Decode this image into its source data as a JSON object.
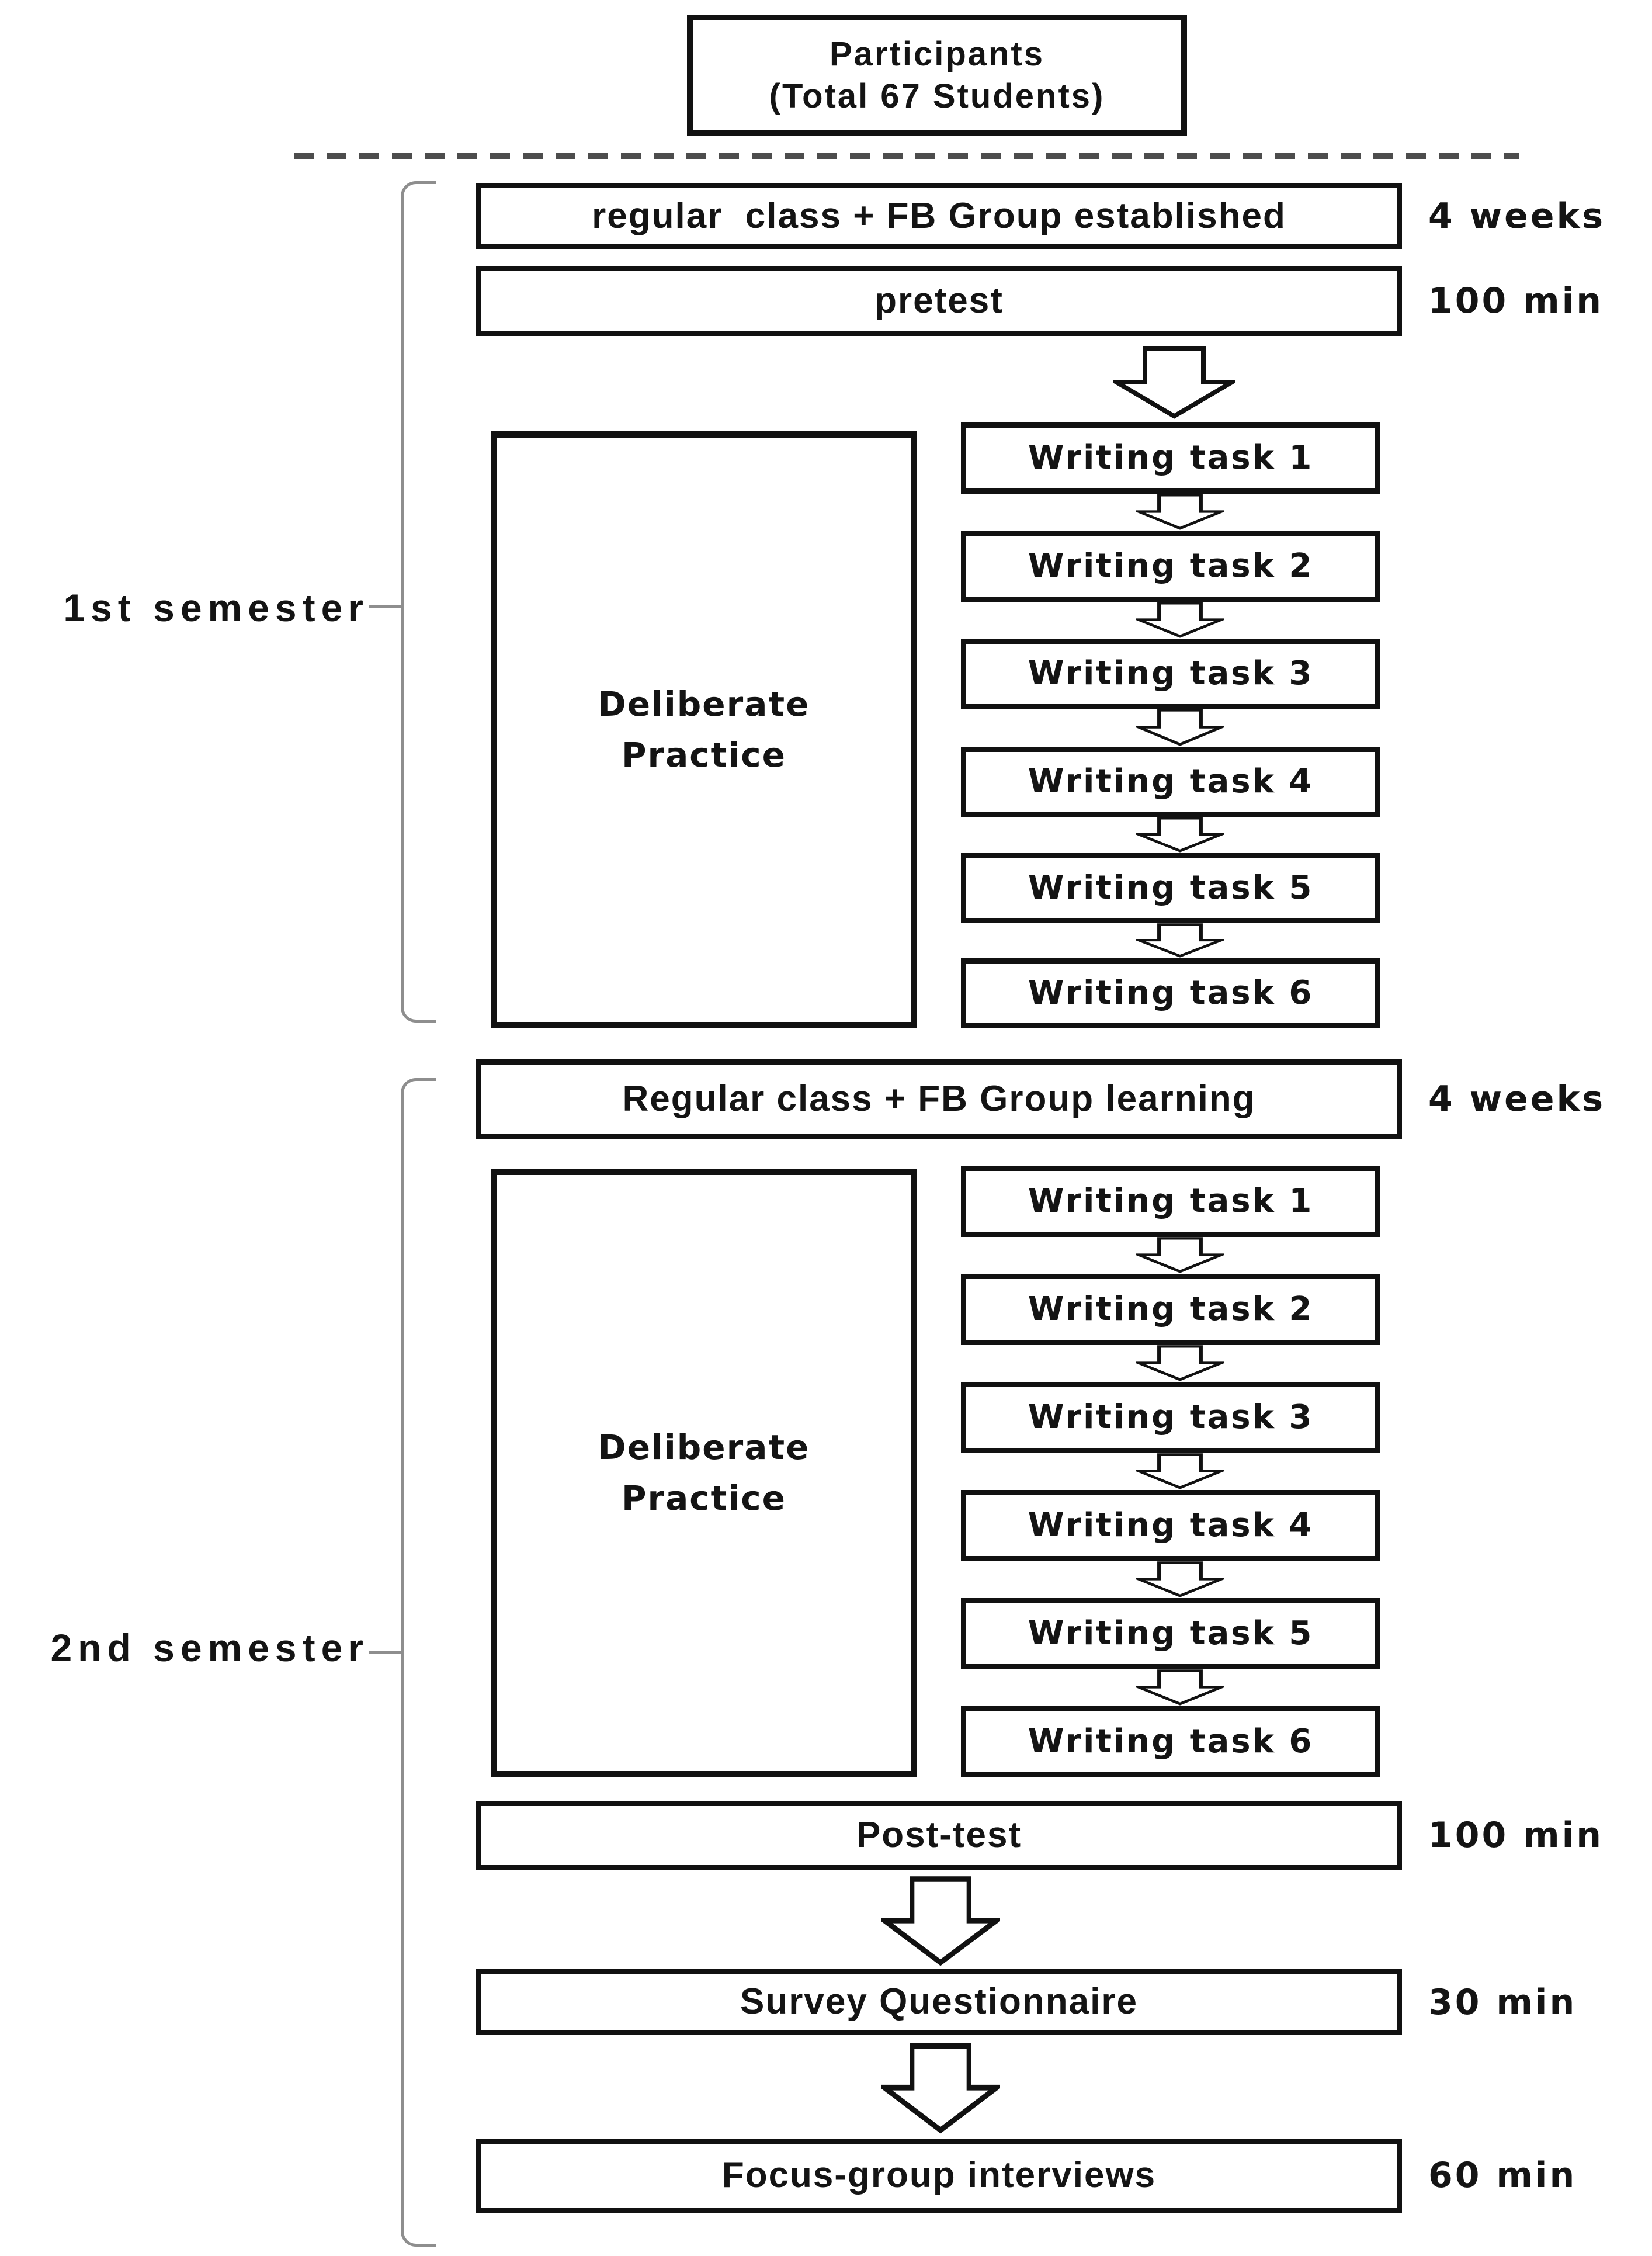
{
  "participants": {
    "line1": "Participants",
    "line2": "(Total 67 Students)"
  },
  "semester1": {
    "label": "1st semester",
    "regular_class": {
      "text": "regular  class + FB Group established",
      "duration": "4 weeks"
    },
    "pretest": {
      "text": "pretest",
      "duration": "100 min"
    },
    "deliberate_practice": {
      "line1": "Deliberate",
      "line2": "Practice"
    },
    "writing_tasks": [
      "Writing task 1",
      "Writing task 2",
      "Writing task 3",
      "Writing task 4",
      "Writing task 5",
      "Writing task 6"
    ]
  },
  "semester2": {
    "label": "2nd semester",
    "regular_class": {
      "text": "Regular class + FB Group learning",
      "duration": "4 weeks"
    },
    "deliberate_practice": {
      "line1": "Deliberate",
      "line2": "Practice"
    },
    "writing_tasks": [
      "Writing task 1",
      "Writing task 2",
      "Writing task 3",
      "Writing task 4",
      "Writing task 5",
      "Writing task 6"
    ],
    "post_test": {
      "text": "Post-test",
      "duration": "100 min"
    },
    "survey": {
      "text": "Survey Questionnaire",
      "duration": "30 min"
    },
    "focus_group": {
      "text": "Focus-group interviews",
      "duration": "60 min"
    }
  },
  "colors": {
    "box_border": "#111111",
    "text": "#141414",
    "bracket": "#8e8e8e",
    "dashed_divider": "#4d4d4d",
    "background": "#ffffff",
    "arrow_fill": "#ffffff",
    "arrow_outline": "#111111"
  }
}
